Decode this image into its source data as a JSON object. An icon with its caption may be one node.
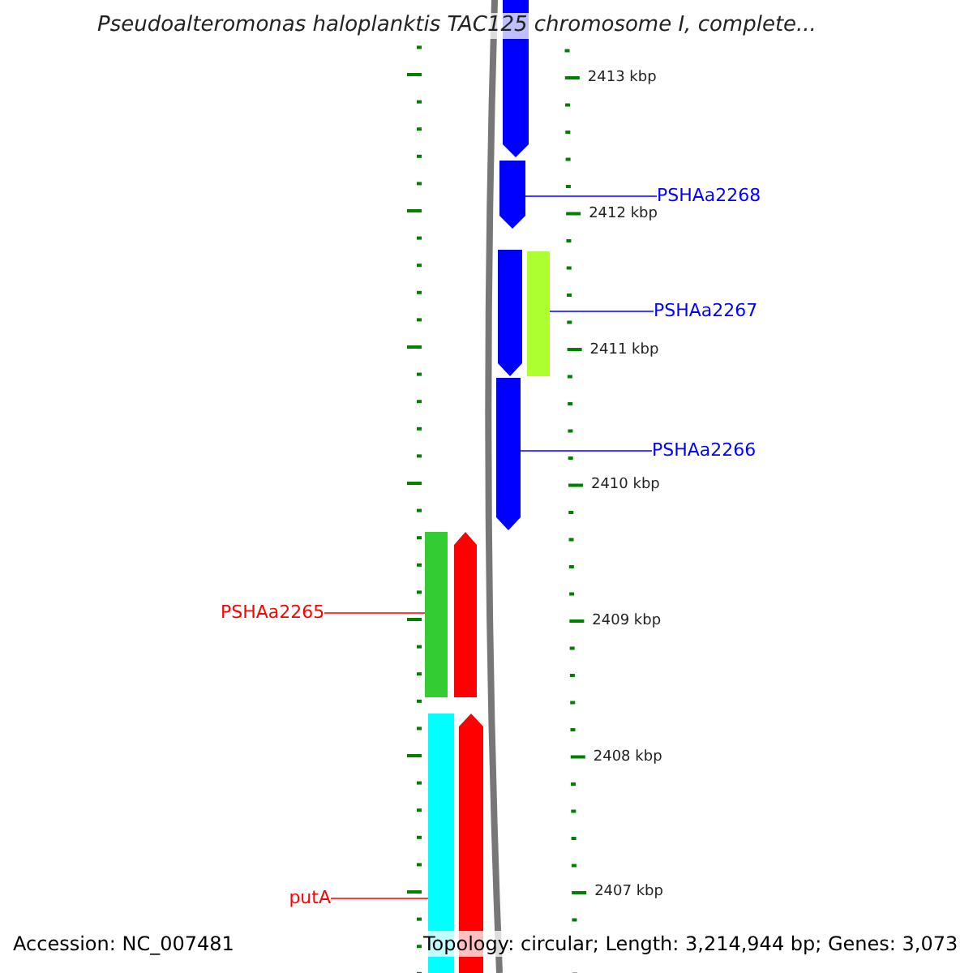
{
  "diagram": {
    "title": "Pseudoalteromonas haloplanktis TAC125 chromosome I, complete...",
    "nodes": [
      {
        "text": [],
        "shape": "arrow"
      },
      {
        "text": [],
        "shape": "arrow"
      },
      {
        "text": [
          "PSHAa2268"
        ]
      },
      {
        "text": [],
        "shape": "arrow"
      },
      {
        "text": [],
        "shape": "bar"
      },
      {
        "text": [
          "PSHAa2267"
        ]
      },
      {
        "text": [],
        "shape": "arrow"
      },
      {
        "text": [
          "PSHAa2266"
        ]
      },
      {
        "text": [
          "PSHAa2265"
        ]
      },
      {
        "text": [],
        "shape": "bar"
      },
      {
        "text": [],
        "shape": "arrow"
      },
      {
        "text": [],
        "shape": "bar"
      },
      {
        "text": [],
        "shape": "arrow"
      },
      {
        "text": [
          "putA"
        ]
      }
    ],
    "edges": [
      {
        "from": 2,
        "to": 1,
        "arrow": "none"
      },
      {
        "from": 5,
        "to": 4,
        "arrow": "none"
      },
      {
        "from": 7,
        "to": 6,
        "arrow": "none"
      },
      {
        "from": 8,
        "to": 9,
        "arrow": "none",
        "color": "#ff0000"
      },
      {
        "from": 13,
        "to": 11,
        "arrow": "none",
        "color": "#ff0000"
      }
    ],
    "labels": [
      "2413 kbp",
      "2412 kbp",
      "2411 kbp",
      "2410 kbp",
      "2409 kbp",
      "2408 kbp",
      "2407 kbp",
      "Accession: NC_007481",
      "Topology: circular; Length: 3,214,944 bp; Genes: 3,073"
    ]
  }
}
